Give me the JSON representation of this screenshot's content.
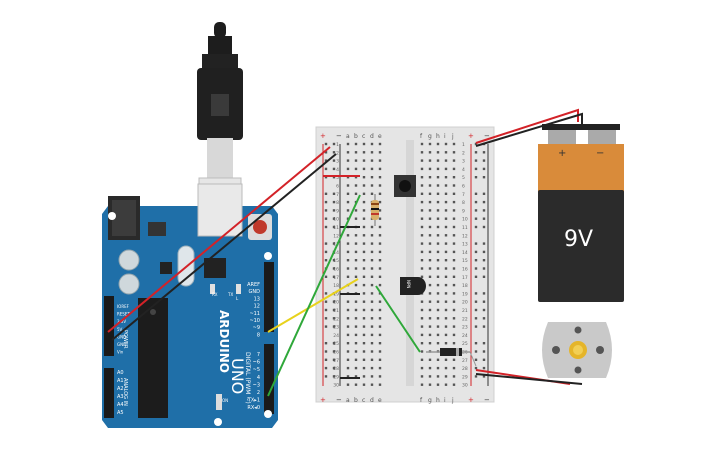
{
  "arduino": {
    "brand": "ARDUINO",
    "model": "UNO",
    "pin_header_top": [
      "AREF",
      "GND",
      "13",
      "12",
      "~11",
      "~10",
      "~9",
      "8"
    ],
    "pin_header_bottom": [
      "7",
      "~6",
      "~5",
      "4",
      "~3",
      "2",
      "TX▸1",
      "RX◂0"
    ],
    "digital_label": "DIGITAL (PWM ~)",
    "power_label": "POWER",
    "analog_label": "ANALOG IN",
    "power_pins": [
      "IOREF",
      "RESET",
      "3.3V",
      "5V",
      "GND",
      "GND",
      "Vin"
    ],
    "analog_pins": [
      "A0",
      "A1",
      "A2",
      "A3",
      "A4",
      "A5"
    ],
    "small_labels": [
      "L",
      "TX",
      "RX",
      "ON"
    ]
  },
  "breadboard": {
    "col_letters_left": [
      "a",
      "b",
      "c",
      "d",
      "e"
    ],
    "col_letters_right": [
      "f",
      "g",
      "h",
      "i",
      "j"
    ],
    "row_numbers": [
      "1",
      "2",
      "3",
      "4",
      "5",
      "6",
      "7",
      "8",
      "9",
      "10",
      "11",
      "12",
      "13",
      "14",
      "15",
      "16",
      "17",
      "18",
      "19",
      "20",
      "21",
      "22",
      "23",
      "24",
      "25",
      "26",
      "27",
      "28",
      "29",
      "30"
    ],
    "rail_plus": "+",
    "rail_minus": "−"
  },
  "transistor": {
    "label": "NPN"
  },
  "battery": {
    "plus": "+",
    "minus": "−",
    "voltage": "9V"
  },
  "colors": {
    "board_blue": "#1f6fa8",
    "wire_red": "#d32228",
    "wire_black": "#222222",
    "wire_green": "#2fa83a",
    "wire_yellow": "#e8d21c",
    "battery_orange": "#d98b3a",
    "battery_black": "#2b2b2b"
  }
}
